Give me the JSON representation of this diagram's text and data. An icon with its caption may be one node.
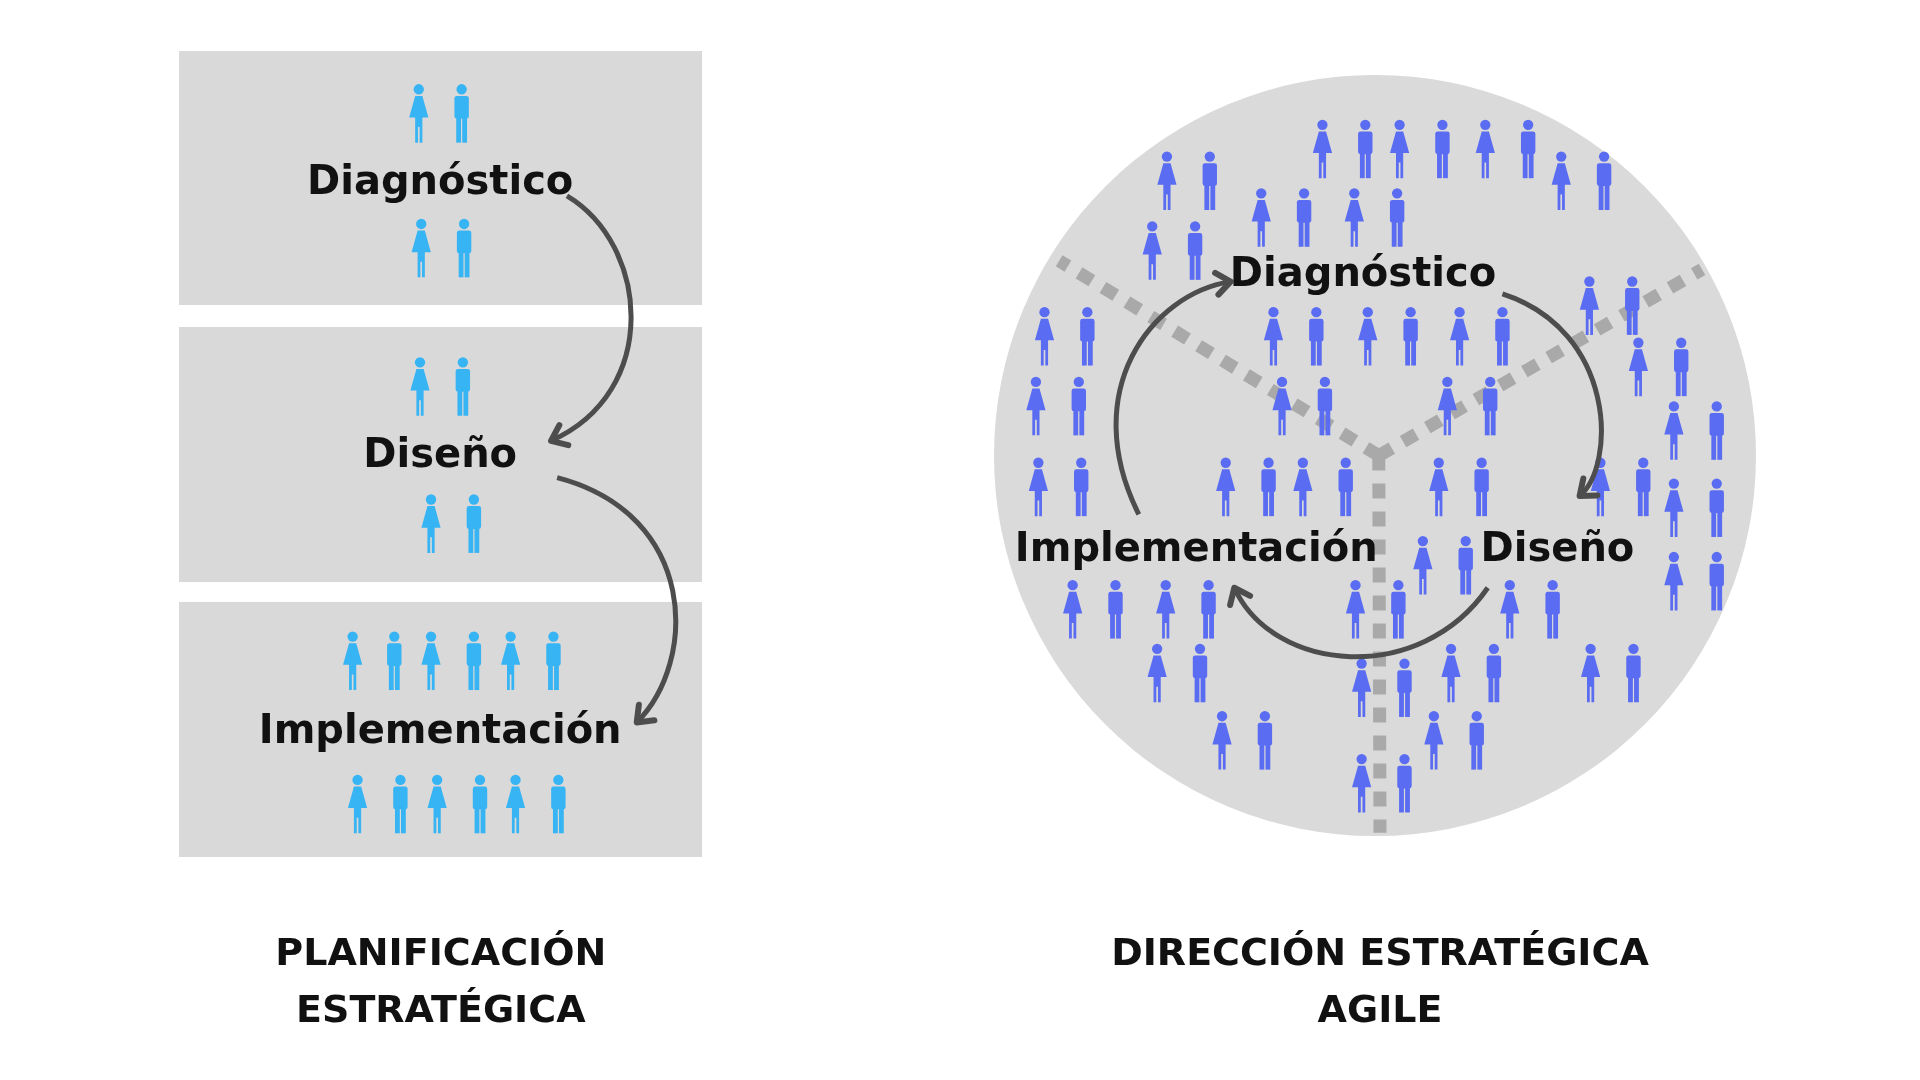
{
  "diagram": {
    "nodes": [
      {
        "text": [
          "Diagnóstico"
        ]
      },
      {
        "text": [
          "Diseño"
        ]
      },
      {
        "text": [
          "Implementación"
        ]
      },
      {
        "text": [],
        "shape": "circle"
      },
      {
        "text": [
          "Diagnóstico"
        ],
        "in": 3
      },
      {
        "text": [
          "Implementación"
        ],
        "in": 3
      },
      {
        "text": [
          "Diseño"
        ],
        "in": 3
      }
    ],
    "edges": [
      {
        "from": 0,
        "to": 1,
        "arrow": "to"
      },
      {
        "from": 1,
        "to": 2,
        "arrow": "to"
      },
      {
        "from": 4,
        "to": 6,
        "arrow": "to"
      },
      {
        "from": 6,
        "to": 5,
        "arrow": "to"
      },
      {
        "from": 5,
        "to": 4,
        "arrow": "to"
      }
    ],
    "labels": [
      "PLANIFICACIÓN ESTRATÉGICA",
      "DIRECCIÓN ESTRATÉGICA AGILE"
    ]
  }
}
